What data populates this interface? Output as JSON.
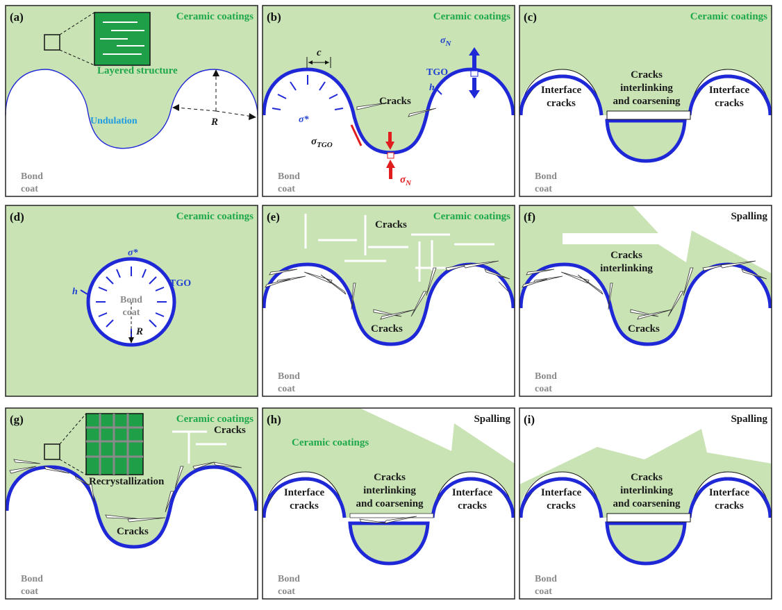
{
  "colors": {
    "ceramic_fill": "#c9e3b5",
    "tgo_blue": "#1f28d6",
    "green_text": "#1fa84a",
    "inset_green": "#1f9f47",
    "grey_text": "#8a8a8a",
    "stress_red": "#e11d1d"
  },
  "common": {
    "ceramic": "Ceramic coatings",
    "bond_line1": "Bond",
    "bond_line2": "coat",
    "spalling": "Spalling",
    "cracks": "Cracks",
    "tgo": "TGO",
    "interface_line1": "Interface",
    "interface_line2": "cracks",
    "interlink_line1": "Cracks",
    "interlink_line2": "interlinking",
    "interlink_line3": "and coarsening"
  },
  "panels": {
    "a": {
      "label": "(a)",
      "layered": "Layered structure",
      "undulation": "Undulation",
      "R": "R"
    },
    "b": {
      "label": "(b)",
      "c": "c",
      "sigma_star": "σ*",
      "sigma_n": "σ",
      "sub_n": "N",
      "sigma_tgo": "σ",
      "sub_tgo": "TGO",
      "h": "h"
    },
    "c": {
      "label": "(c)"
    },
    "d": {
      "label": "(d)",
      "sigma_star": "σ*",
      "h": "h",
      "R": "R"
    },
    "e": {
      "label": "(e)"
    },
    "f": {
      "label": "(f)"
    },
    "g": {
      "label": "(g)",
      "recryst": "Recrystallization"
    },
    "h": {
      "label": "(h)"
    },
    "i": {
      "label": "(i)"
    }
  }
}
